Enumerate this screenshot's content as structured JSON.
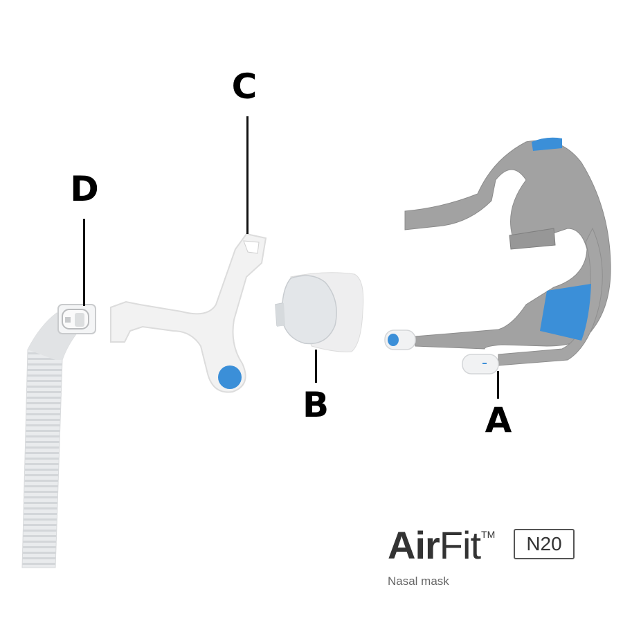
{
  "diagram": {
    "type": "exploded-product-view",
    "subject": "AirFit N20 nasal mask components",
    "parts": [
      {
        "id": "A",
        "label": "A",
        "component": "headgear"
      },
      {
        "id": "B",
        "label": "B",
        "component": "cushion"
      },
      {
        "id": "C",
        "label": "C",
        "component": "frame"
      },
      {
        "id": "D",
        "label": "D",
        "component": "elbow and short tube"
      }
    ]
  },
  "callouts": {
    "a": "A",
    "b": "B",
    "c": "C",
    "d": "D"
  },
  "brand": {
    "name_bold": "Air",
    "name_light": "Fit",
    "trademark": "TM",
    "model": "N20",
    "subtitle": "Nasal mask"
  },
  "colors": {
    "accent_blue": "#3b8fd8",
    "strap_gray": "#9d9d9d",
    "frame_white": "#f1f1f1",
    "clear_plastic": "#e6e8ea",
    "text_dark": "#333333"
  }
}
